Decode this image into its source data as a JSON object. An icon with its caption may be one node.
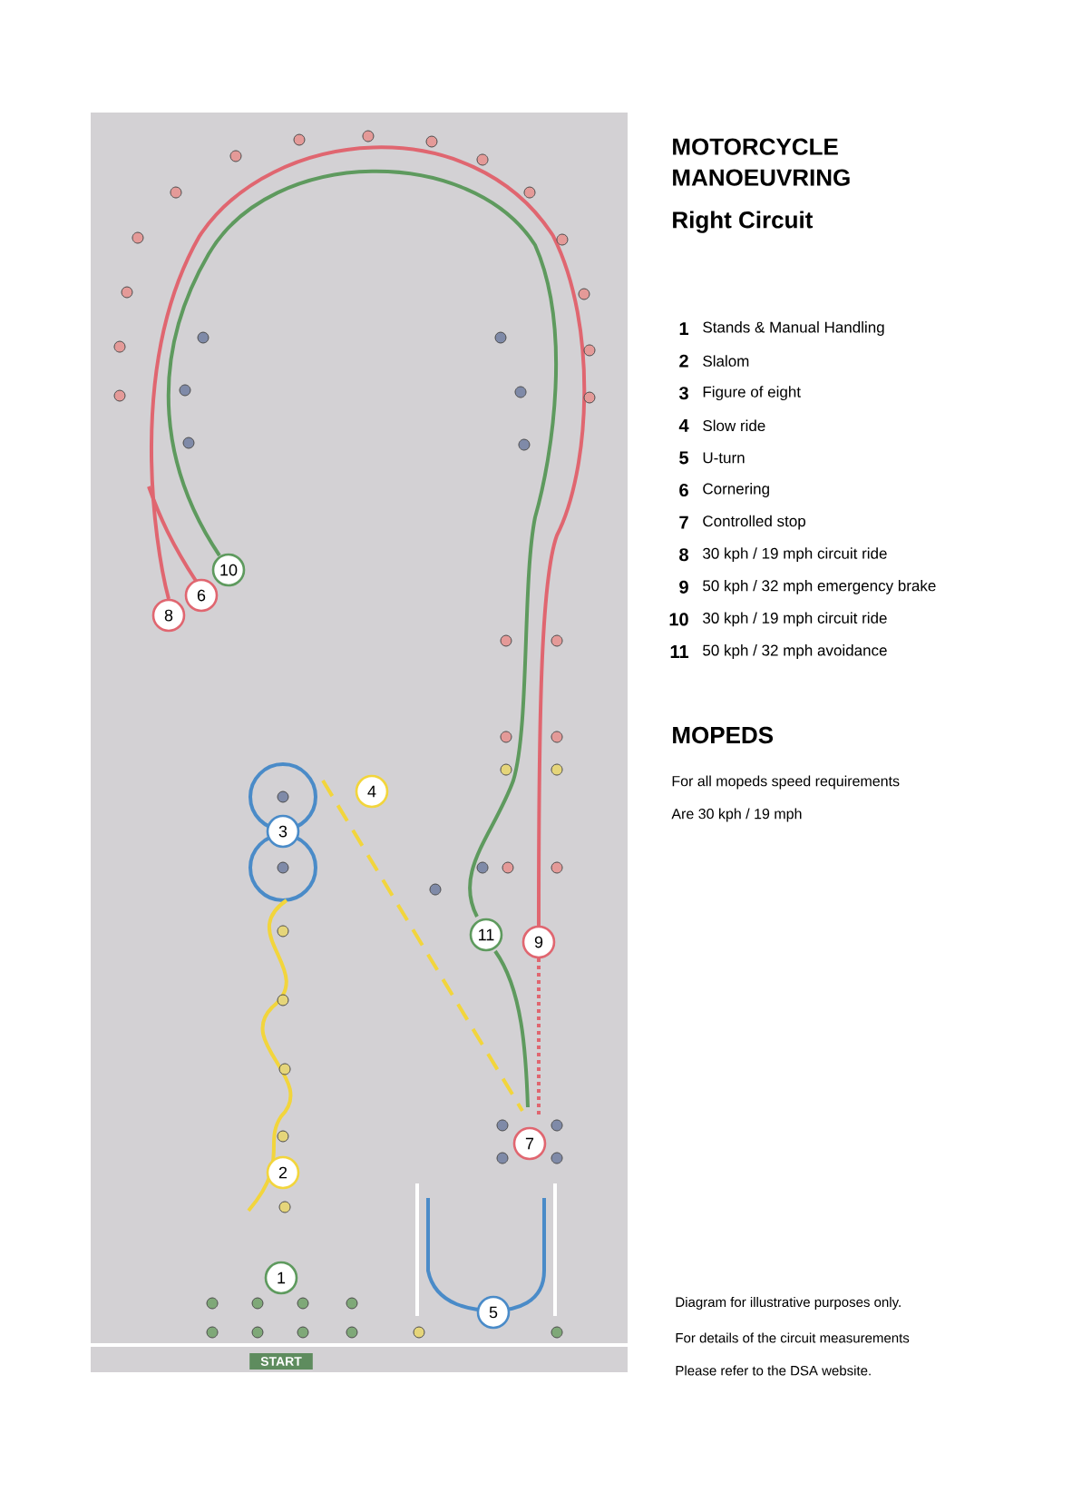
{
  "diagram": {
    "title": "MOTORCYCLE MANOEUVRING",
    "nodes": [
      {
        "text": [
          "1"
        ]
      },
      {
        "text": [
          "2"
        ]
      },
      {
        "text": [
          "3"
        ]
      },
      {
        "text": [
          "4"
        ]
      },
      {
        "text": [
          "5"
        ]
      },
      {
        "text": [
          "6"
        ]
      },
      {
        "text": [
          "7"
        ]
      },
      {
        "text": [
          "8"
        ]
      },
      {
        "text": [
          "9"
        ]
      },
      {
        "text": [
          "10"
        ]
      },
      {
        "text": [
          "11"
        ]
      },
      {
        "text": [
          "START"
        ]
      }
    ],
    "labels": [
      "Right Circuit",
      "1",
      "Stands & Manual Handling",
      "2",
      "Slalom",
      "3",
      "Figure of eight",
      "4",
      "Slow ride",
      "5",
      "U-turn",
      "6",
      "Cornering",
      "7",
      "Controlled stop",
      "8",
      "30 kph / 19 mph circuit ride",
      "9",
      "50 kph / 32 mph emergency brake",
      "10",
      "30 kph / 19 mph circuit ride",
      "11",
      "50 kph / 32 mph avoidance",
      "MOPEDS",
      "For all mopeds speed requirements",
      "Are 30 kph / 19 mph",
      "Diagram for illustrative purposes only.",
      "For details of the circuit measurements",
      "Please refer to the DSA website."
    ]
  }
}
